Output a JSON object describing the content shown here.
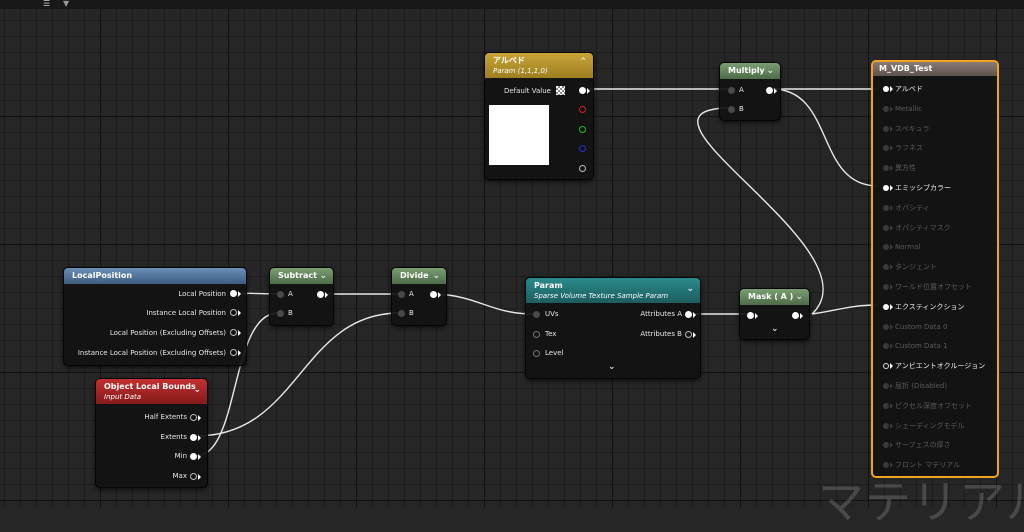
{
  "topbar": {
    "glyph1": "☰",
    "glyph2": "▼"
  },
  "nodes": {
    "albedo": {
      "title": "アルベド",
      "subtitle": "Param (1,1,1,0)",
      "default_value_label": "Default Value",
      "header_color": "#a58a26",
      "swatch_color": "#ffffff"
    },
    "multiply": {
      "title": "Multiply",
      "pin_a": "A",
      "pin_b": "B"
    },
    "local_position": {
      "title": "LocalPosition",
      "outputs": [
        "Local Position",
        "Instance Local Position",
        "Local Position (Excluding Offsets)",
        "Instance Local Position (Excluding Offsets)"
      ]
    },
    "subtract": {
      "title": "Subtract",
      "pin_a": "A",
      "pin_b": "B"
    },
    "divide": {
      "title": "Divide",
      "pin_a": "A",
      "pin_b": "B"
    },
    "param_svt": {
      "title": "Param",
      "subtitle": "Sparse Volume Texture Sample Param",
      "inputs": [
        "UVs",
        "Tex",
        "Level"
      ],
      "outputs": [
        "Attributes A",
        "Attributes B"
      ]
    },
    "mask": {
      "title": "Mask ( A )"
    },
    "object_local_bounds": {
      "title": "Object Local Bounds",
      "subtitle": "Input Data",
      "outputs": [
        "Half Extents",
        "Extents",
        "Min",
        "Max"
      ]
    }
  },
  "material": {
    "title": "M_VDB_Test",
    "accent_color": "#f1a423",
    "pins": [
      {
        "label": "アルベド",
        "state": "active"
      },
      {
        "label": "Metallic",
        "state": "inactive"
      },
      {
        "label": "スペキュラ",
        "state": "inactive"
      },
      {
        "label": "ラフネス",
        "state": "inactive"
      },
      {
        "label": "異方性",
        "state": "inactive"
      },
      {
        "label": "エミッシブカラー",
        "state": "active"
      },
      {
        "label": "オパシティ",
        "state": "inactive"
      },
      {
        "label": "オパシティマスク",
        "state": "inactive"
      },
      {
        "label": "Normal",
        "state": "inactive"
      },
      {
        "label": "タンジェント",
        "state": "inactive"
      },
      {
        "label": "ワールド位置オフセット",
        "state": "inactive"
      },
      {
        "label": "エクスティンクション",
        "state": "active"
      },
      {
        "label": "Custom Data 0",
        "state": "inactive"
      },
      {
        "label": "Custom Data 1",
        "state": "inactive"
      },
      {
        "label": "アンビエントオクルージョン",
        "state": "ring"
      },
      {
        "label": "屈折 (Disabled)",
        "state": "inactive"
      },
      {
        "label": "ピクセル深度オフセット",
        "state": "inactive"
      },
      {
        "label": "シェーディングモデル",
        "state": "inactive"
      },
      {
        "label": "サーフェスの厚さ",
        "state": "inactive"
      },
      {
        "label": "フロント マテリアル",
        "state": "inactive"
      }
    ]
  },
  "watermark": "マテリアル"
}
